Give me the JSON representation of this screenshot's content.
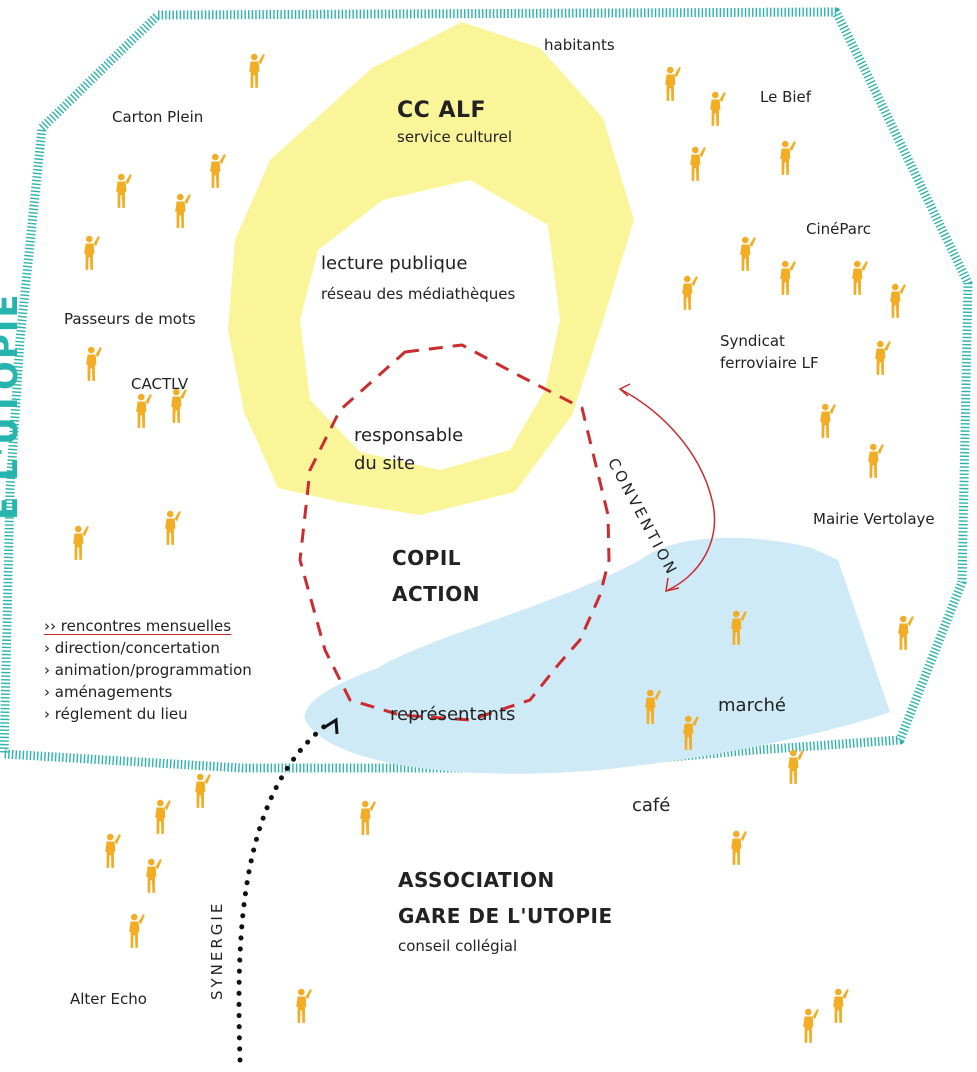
{
  "frame_title": "E L'UTOPIE",
  "groups": {
    "cc_alf": {
      "title": "CC ALF",
      "subtitle": "service culturel"
    },
    "lecture": {
      "title": "lecture publique",
      "subtitle": "réseau des médiathèques"
    },
    "responsable": "responsable\ndu site",
    "copil": "COPIL\nACTION",
    "representants": "représentants",
    "association": {
      "title": "ASSOCIATION\nGARE DE L'UTOPIE",
      "subtitle": "conseil collégial"
    },
    "marche": "marché",
    "cafe": "café"
  },
  "partners": {
    "habitants": "habitants",
    "le_bief": "Le Bief",
    "carton_plein": "Carton Plein",
    "cineparc": "CinéParc",
    "passeurs": "Passeurs de mots",
    "syndicat": "Syndicat\nferroviaire LF",
    "cactlv": "CACTLV",
    "mairie": "Mairie Vertolaye",
    "alter_echo": "Alter Echo"
  },
  "arrows": {
    "convention": "CONVENTION",
    "synergie": "SYNERGIE"
  },
  "meetings": {
    "heading": "›› rencontres mensuelles",
    "items": [
      "› direction/concertation",
      "› animation/programmation",
      "› aménagements",
      "› réglement du lieu"
    ]
  },
  "colors": {
    "frame": "#2bb3ad",
    "yellow_ring": "#fbf59a",
    "blue_zone": "#cdeaf6",
    "dashed": "#cc2b2f",
    "person": "#f2ad25",
    "convention_arrow": "#cc2b2f"
  }
}
